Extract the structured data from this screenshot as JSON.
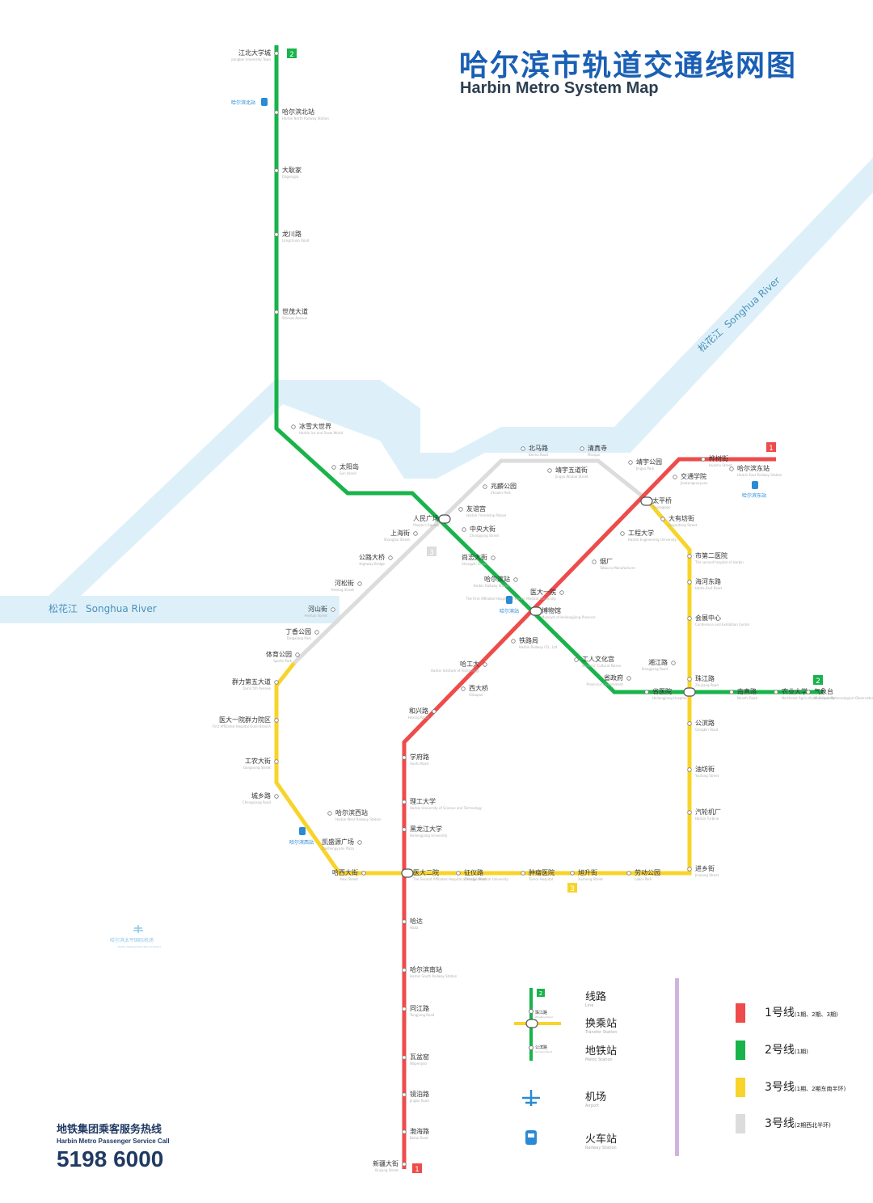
{
  "title": {
    "cn": "哈尔滨市轨道交通线网图",
    "en": "Harbin Metro System Map"
  },
  "colors": {
    "line1": "#ee4b4b",
    "line2": "#18b34a",
    "line3": "#f8d42a",
    "line3_loop": "#dcdcdc",
    "river": "#ddf0fa",
    "legend_bar": "#cfb3dd",
    "blue": "#2a8ad4"
  },
  "river": {
    "cn": "松花江",
    "en": "Songhua River"
  },
  "line_badges": {
    "line1_north": "1",
    "line1_south": "1",
    "line2_north": "2",
    "line2_east": "2",
    "line3_label": "3",
    "line3_loop_label": "3"
  },
  "stations": {
    "line2": [
      {
        "cn": "江北大学城",
        "en": "Jiangbei University Town"
      },
      {
        "cn": "哈尔滨北站",
        "en": "Harbin North Railway Station"
      },
      {
        "cn": "大耿家",
        "en": "Dagengjia"
      },
      {
        "cn": "龙川路",
        "en": "Longchuan Road"
      },
      {
        "cn": "世茂大道",
        "en": "Shimao Avenue"
      },
      {
        "cn": "冰雪大世界",
        "en": "Harbin Ice and Snow World"
      },
      {
        "cn": "太阳岛",
        "en": "Sun Island"
      },
      {
        "cn": "人民广场",
        "en": "People's Square"
      },
      {
        "cn": "中央大街",
        "en": "Zhongyang Street"
      },
      {
        "cn": "尚志大街",
        "en": "Shangzhi Street"
      },
      {
        "cn": "哈尔滨站",
        "en": "Harbin Railway Station"
      },
      {
        "cn": "博物馆",
        "en": "Museum of Heilongjiang Province"
      },
      {
        "cn": "工人文化宫",
        "en": "Workers' Cultural Palace"
      },
      {
        "cn": "省政府",
        "en": "Provincial Government"
      },
      {
        "cn": "省医院",
        "en": "Heilongjiang Hospital"
      },
      {
        "cn": "南直路",
        "en": "Nanzhi Road"
      },
      {
        "cn": "农业大学",
        "en": "Northeast Agricultural University"
      },
      {
        "cn": "气象台",
        "en": "Municipal Meteorological Observatory"
      }
    ],
    "line1": [
      {
        "cn": "新疆大街",
        "en": "Xinjiang Street"
      },
      {
        "cn": "渤海路",
        "en": "Bohai Road"
      },
      {
        "cn": "镜泊路",
        "en": "Jingbo Road"
      },
      {
        "cn": "瓦盆窑",
        "en": "Wapenyao"
      },
      {
        "cn": "同江路",
        "en": "Tongjiang Road"
      },
      {
        "cn": "哈尔滨南站",
        "en": "Harbin South Railway Station"
      },
      {
        "cn": "哈达",
        "en": "Hada"
      },
      {
        "cn": "医大二院",
        "en": "The Second Affiliated Hospital of Harbin Medical University"
      },
      {
        "cn": "黑龙江大学",
        "en": "Heilongjiang University"
      },
      {
        "cn": "理工大学",
        "en": "Harbin University of Science and Technology"
      },
      {
        "cn": "学府路",
        "en": "Xuefu Road"
      },
      {
        "cn": "和兴路",
        "en": "Hexing Road"
      },
      {
        "cn": "西大桥",
        "en": "Xidaqiao"
      },
      {
        "cn": "哈工大",
        "en": "Harbin Institute of Technology"
      },
      {
        "cn": "铁路局",
        "en": "Harbin Railway CO., Ltd"
      },
      {
        "cn": "医大一院",
        "en": "The First Affiliated Hospital of Harbin Medical University"
      },
      {
        "cn": "烟厂",
        "en": "Tobacco Manufacturer"
      },
      {
        "cn": "工程大学",
        "en": "Harbin Engineering University"
      },
      {
        "cn": "太平桥",
        "en": "Taipingqiao"
      },
      {
        "cn": "交通学院",
        "en": "Jiaotongxueyuan"
      },
      {
        "cn": "哈尔滨东站",
        "en": "Harbin East Railway Station"
      },
      {
        "cn": "桦树街",
        "en": "Huashu Street"
      }
    ],
    "line3": [
      {
        "cn": "哈西大街",
        "en": "Haxi Street"
      },
      {
        "cn": "征仪路",
        "en": "Zhengyi Road"
      },
      {
        "cn": "肿瘤医院",
        "en": "Tumor Hospital"
      },
      {
        "cn": "旭升街",
        "en": "Xusheng Street"
      },
      {
        "cn": "劳动公园",
        "en": "Labor Park"
      },
      {
        "cn": "进乡街",
        "en": "Jinxiang Street"
      },
      {
        "cn": "汽轮机厂",
        "en": "Harbin Turbine"
      },
      {
        "cn": "油坊街",
        "en": "Youfang Street"
      },
      {
        "cn": "公滨路",
        "en": "Gongbin Road"
      },
      {
        "cn": "珠江路",
        "en": "Zhujiang Road"
      },
      {
        "cn": "湘江路",
        "en": "Xiangjiang Road"
      },
      {
        "cn": "会展中心",
        "en": "Conference and Exhibition Center"
      },
      {
        "cn": "海河东路",
        "en": "Haihe East Road"
      },
      {
        "cn": "市第二医院",
        "en": "The second hospital of Harbin"
      },
      {
        "cn": "大有坊街",
        "en": "Dayoufang Street"
      },
      {
        "cn": "凯盛源广场",
        "en": "Kaishengyuan Plaza"
      },
      {
        "cn": "哈尔滨西站",
        "en": "Harbin West Railway Station"
      },
      {
        "cn": "城乡路",
        "en": "Chengxiang Road"
      },
      {
        "cn": "工农大街",
        "en": "Gongnong Street"
      },
      {
        "cn": "医大一院群力院区",
        "en": "First Affiliated Hospital Qunli Branch"
      },
      {
        "cn": "群力第五大道",
        "en": "Qunli 5th Avenue"
      },
      {
        "cn": "体育公园",
        "en": "Sports Park"
      }
    ],
    "line3_loop": [
      {
        "cn": "丁香公园",
        "en": "Dingxiang Park"
      },
      {
        "cn": "河山街",
        "en": "Heshan Street"
      },
      {
        "cn": "河松街",
        "en": "Hesong Street"
      },
      {
        "cn": "公路大桥",
        "en": "Highway Bridge"
      },
      {
        "cn": "上海街",
        "en": "Shanghai Street"
      },
      {
        "cn": "友谊宫",
        "en": "Harbin Friendship Palace"
      },
      {
        "cn": "兆麟公园",
        "en": "Zhaolin Park"
      },
      {
        "cn": "靖宇五道街",
        "en": "Jingyu Wudao Street"
      },
      {
        "cn": "北马路",
        "en": "Beima Road"
      },
      {
        "cn": "清真寺",
        "en": "Mosque"
      },
      {
        "cn": "靖宇公园",
        "en": "Jingyu Park"
      }
    ]
  },
  "rail_stations": [
    {
      "cn": "哈尔滨北站"
    },
    {
      "cn": "哈尔滨站"
    },
    {
      "cn": "哈尔滨东站"
    },
    {
      "cn": "哈尔滨西站"
    }
  ],
  "airport": {
    "cn": "哈尔滨太平国际机场",
    "en": "Harbin Taiping International Airport"
  },
  "legend": {
    "symbols": [
      {
        "cn": "线路",
        "en": "Line"
      },
      {
        "cn": "换乘站",
        "en": "Transfer Station"
      },
      {
        "cn": "地铁站",
        "en": "Metro Station"
      },
      {
        "cn": "机场",
        "en": "Airport"
      },
      {
        "cn": "火车站",
        "en": "Railway Station"
      }
    ],
    "sample_badge": "2",
    "sample_station_top": {
      "cn": "珠江路",
      "en": "Zhujiang Road"
    },
    "sample_station_bottom": {
      "cn": "公滨路",
      "en": "Gongbin Road"
    },
    "lines": [
      {
        "name": "1号线",
        "note": "(1期、2期、3期)",
        "color": "#ee4b4b"
      },
      {
        "name": "2号线",
        "note": "(1期)",
        "color": "#18b34a"
      },
      {
        "name": "3号线",
        "note": "(1期、2期东南半环)",
        "color": "#f8d42a"
      },
      {
        "name": "3号线",
        "note": "(2期西北半环)",
        "color": "#dcdcdc"
      }
    ]
  },
  "hotline": {
    "cn": "地铁集团乘客服务热线",
    "en": "Harbin Metro Passenger Service Call",
    "number": "5198 6000"
  }
}
